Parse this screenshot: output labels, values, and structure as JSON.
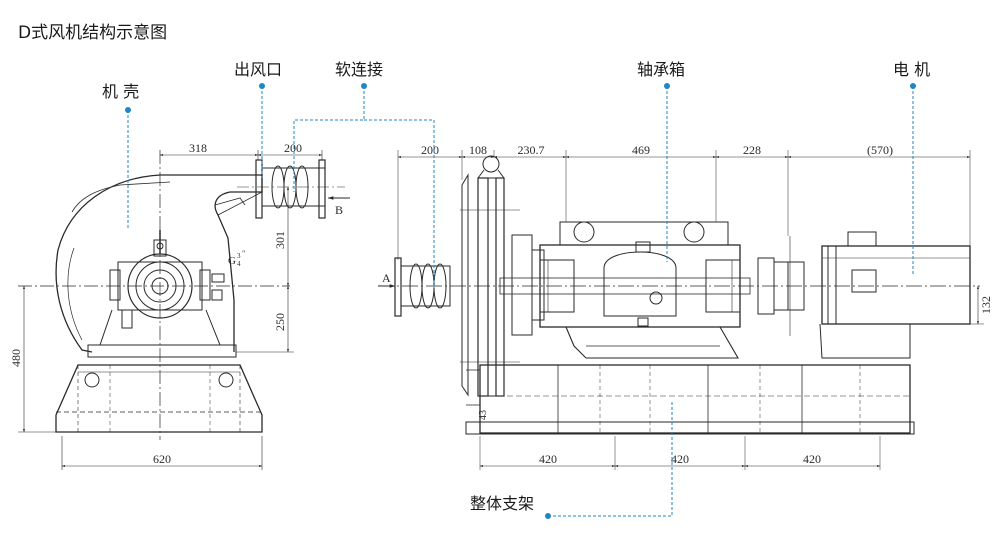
{
  "title": "D式风机结构示意图",
  "labels": {
    "casing": "机 壳",
    "outlet": "出风口",
    "soft_joint": "软连接",
    "bearing_box": "轴承箱",
    "motor": "电 机",
    "frame": "整体支架"
  },
  "dimensions": {
    "d318": "318",
    "d200_left": "200",
    "d301": "301",
    "d250": "250",
    "d480": "480",
    "d620": "620",
    "d200_right": "200",
    "d108": "108",
    "d230": "230.7",
    "d469": "469",
    "d228": "228",
    "d570": "(570)",
    "d132": "132",
    "d43": "43",
    "d420_a": "420",
    "d420_b": "420",
    "d420_c": "420"
  },
  "markers": {
    "flow_a": "A",
    "flow_b": "B",
    "pipe_thread": "G",
    "pipe_frac_num": "3",
    "pipe_frac_den": "4",
    "pipe_inch": "\""
  },
  "colors": {
    "drawing": "#2a2a2a",
    "leader": "#1f86c8"
  }
}
